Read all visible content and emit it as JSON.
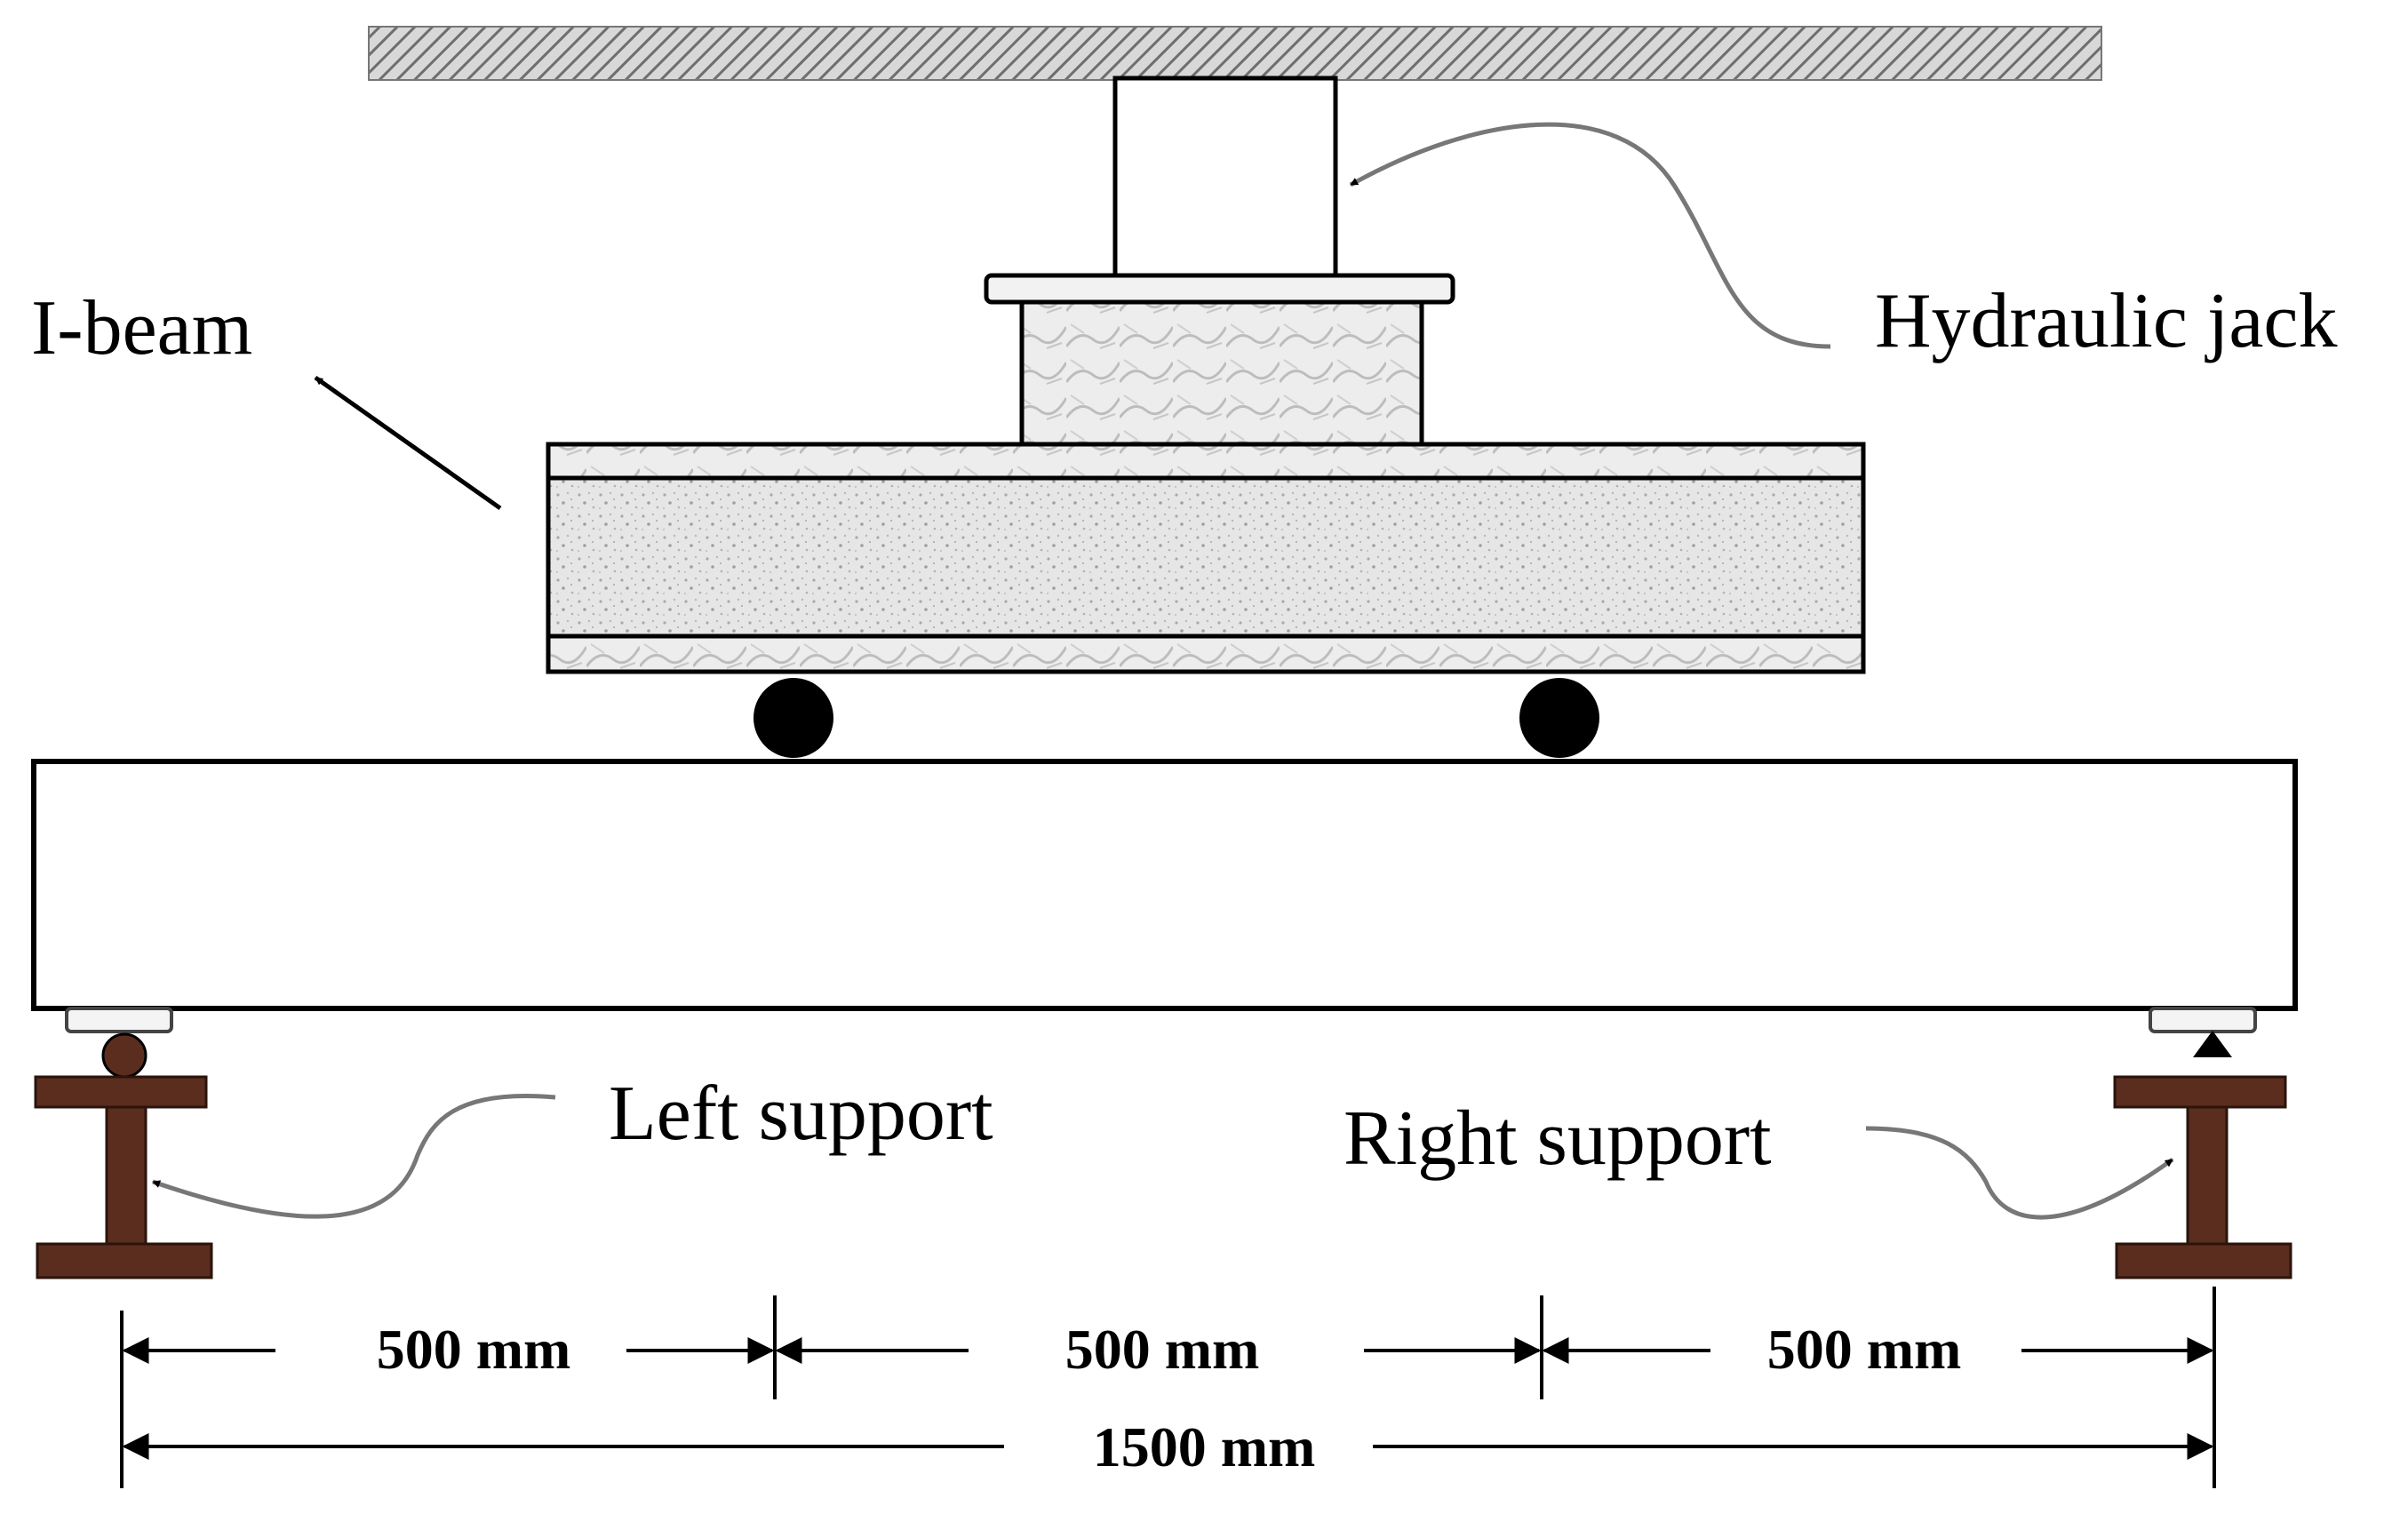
{
  "labels": {
    "i_beam": "I-beam",
    "hydraulic_jack": "Hydraulic jack",
    "left_support": "Left support",
    "right_support": "Right support"
  },
  "dimensions": {
    "segment_left": "500 mm",
    "segment_middle": "500 mm",
    "segment_right": "500 mm",
    "total": "1500 mm"
  },
  "colors": {
    "support": "#5a2d1e",
    "roller": "#000000",
    "hatch": "#7a7a7a"
  }
}
